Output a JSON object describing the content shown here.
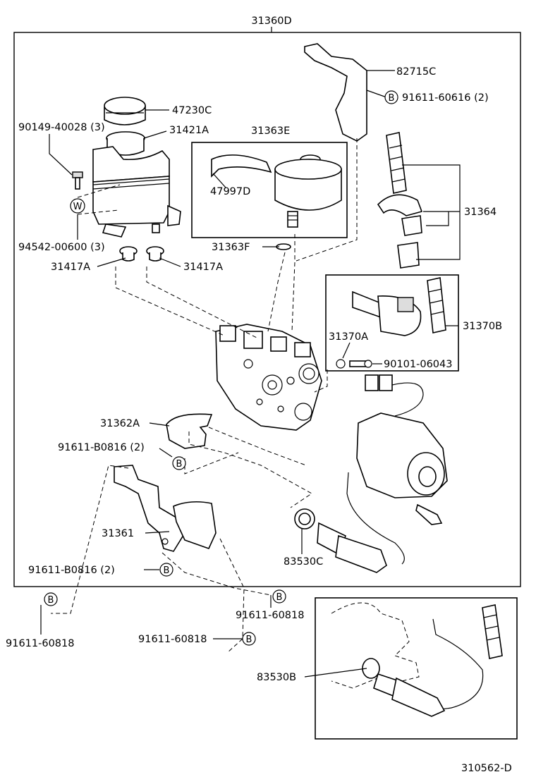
{
  "labels": {
    "assembly": "31360D",
    "bracket_top": "82715C",
    "bolt_top": "91611-60616 (2)",
    "cap": "47230C",
    "bolt_90149": "90149-40028 (3)",
    "tank_neck": "31421A",
    "accum_kit": "31363E",
    "band": "47997D",
    "wire_harness": "31364",
    "oring": "31363F",
    "washer_w": "94542-00600 (3)",
    "grommet_left": "31417A",
    "grommet_right": "31417A",
    "valve_kit": "31370B",
    "valve": "31370A",
    "screw_90101": "90101-06043",
    "plate": "31362A",
    "bolt_b0816_upper": "91611-B0816 (2)",
    "bracket_lower": "31361",
    "bolt_b0816_lower": "91611-B0816 (2)",
    "pump_motor_sensor": "83530C",
    "bolt_60818_left": "91611-60818",
    "bolt_60818_mid": "91611-60818",
    "bolt_60818_bottom": "91611-60818",
    "sensor_alt": "83530B",
    "diagram_code": "310562-D"
  },
  "markers": {
    "b": "B",
    "w": "W"
  }
}
